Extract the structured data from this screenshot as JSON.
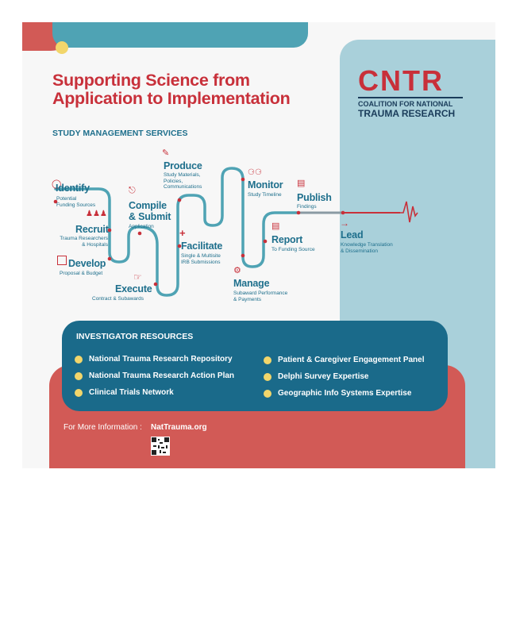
{
  "headline": {
    "line1": "Supporting Science from",
    "line2": "Application to Implementation"
  },
  "section_label": "STUDY MANAGEMENT SERVICES",
  "logo": {
    "acronym": "CNTR",
    "line1": "COALITION FOR NATIONAL",
    "line2": "TRAUMA RESEARCH"
  },
  "steps": [
    {
      "title": "Identify",
      "sub": "Potential\nFunding Sources",
      "icon": "lightbulb-icon"
    },
    {
      "title": "Recruit",
      "sub": "Trauma Researchers\n& Hospitals",
      "icon": "people-icon"
    },
    {
      "title": "Develop",
      "sub": "Proposal & Budget",
      "icon": "blocks-icon"
    },
    {
      "title": "Compile\n& Submit",
      "sub": "Application",
      "icon": "upload-icon"
    },
    {
      "title": "Execute",
      "sub": "Contract & Subawards",
      "icon": "pointing-hand-icon"
    },
    {
      "title": "Produce",
      "sub": "Study Materials,\nPolicies,\nCommunications",
      "icon": "pencil-icon"
    },
    {
      "title": "Facilitate",
      "sub": "Single & Multisite\nIRB Submissions",
      "icon": "medical-cross-icon"
    },
    {
      "title": "Monitor",
      "sub": "Study Timeline",
      "icon": "glasses-icon"
    },
    {
      "title": "Manage",
      "sub": "Subaward Performance\n& Payments",
      "icon": "gears-icon"
    },
    {
      "title": "Report",
      "sub": "To Funding Source",
      "icon": "report-icon"
    },
    {
      "title": "Publish",
      "sub": "Findings",
      "icon": "document-icon"
    },
    {
      "title": "Lead",
      "sub": "Knowledge Translation\n& Dissemination",
      "icon": "arrow-icon"
    }
  ],
  "resources": {
    "heading": "INVESTIGATOR RESOURCES",
    "left": [
      "National Trauma Research Repository",
      "National Trauma Research Action Plan",
      "Clinical Trials Network"
    ],
    "right": [
      "Patient & Caregiver Engagement Panel",
      "Delphi  Survey Expertise",
      "Geographic Info Systems Expertise"
    ]
  },
  "footer": {
    "label": "For More Information :",
    "link": "NatTrauma.org"
  },
  "colors": {
    "teal": "#1e6f8c",
    "red": "#c8303a",
    "coral": "#d25a56",
    "light_blue": "#a9d0da",
    "bar_teal": "#4fa3b4",
    "dark_teal": "#1a6a8a",
    "yellow": "#f2d66b"
  }
}
